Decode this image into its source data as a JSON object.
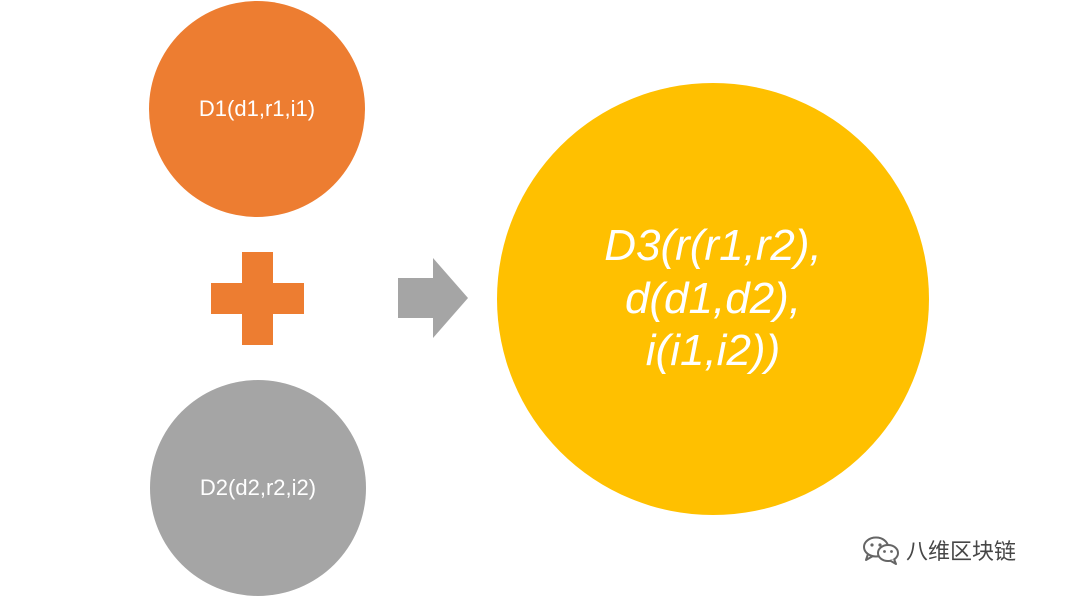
{
  "nodes": {
    "d1": {
      "label": "D1(d1,r1,i1)",
      "color": "#ED7D31"
    },
    "d2": {
      "label": "D2(d2,r2,i2)",
      "color": "#A5A5A5"
    },
    "d3": {
      "lines": [
        "D3(r(r1,r2),",
        "d(d1,d2),",
        "i(i1,i2))"
      ],
      "color": "#FFC000"
    }
  },
  "operators": {
    "plus": {
      "icon": "plus-icon",
      "color": "#ED7D31"
    },
    "arrow": {
      "icon": "arrow-right-icon",
      "color": "#A5A5A5"
    }
  },
  "watermark": {
    "icon": "wechat-icon",
    "text": "八维区块链"
  }
}
